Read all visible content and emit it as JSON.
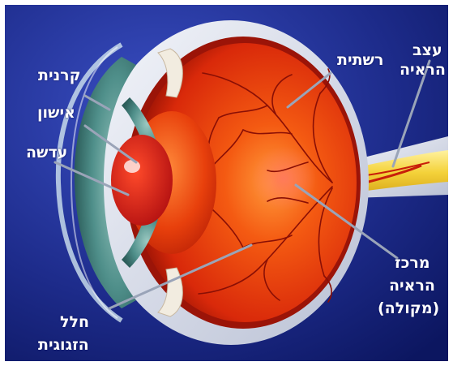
{
  "diagram": {
    "labels": {
      "cornea": "קרנית",
      "pupil": "אישון",
      "lens": "עדשה",
      "retina": "רשתית",
      "optic_nerve_line1": "עצב",
      "optic_nerve_line2": "הראיה",
      "macula_line1": "מרכז",
      "macula_line2": "הראיה",
      "macula_line3": "(מקולה)",
      "vitreous_line1": "חלל",
      "vitreous_line2": "הזגוגית"
    },
    "colors": {
      "background": "#1d2b8a",
      "sclera": "#dfe3ee",
      "iris": "#4f8f8a",
      "retina": "#e8320c",
      "vessel": "#8a0f05",
      "optic_nerve": "#f4d23a",
      "label": "#ffffff"
    }
  }
}
